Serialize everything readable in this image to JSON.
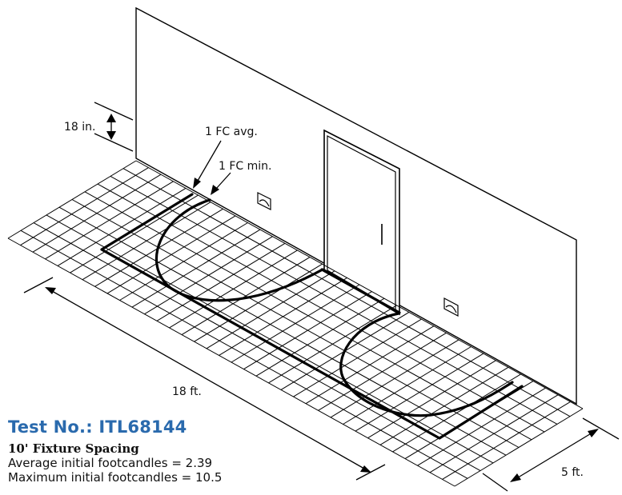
{
  "labels": {
    "height": "18 in.",
    "avg": "1 FC avg.",
    "min": "1 FC min.",
    "length": "18 ft.",
    "width": "5 ft."
  },
  "info": {
    "title": "Test No.: ITL68144",
    "spacing": "10' Fixture Spacing",
    "stat1": "Average initial footcandles = 2.39",
    "stat2": "Maximum initial footcandles = 10.5"
  }
}
